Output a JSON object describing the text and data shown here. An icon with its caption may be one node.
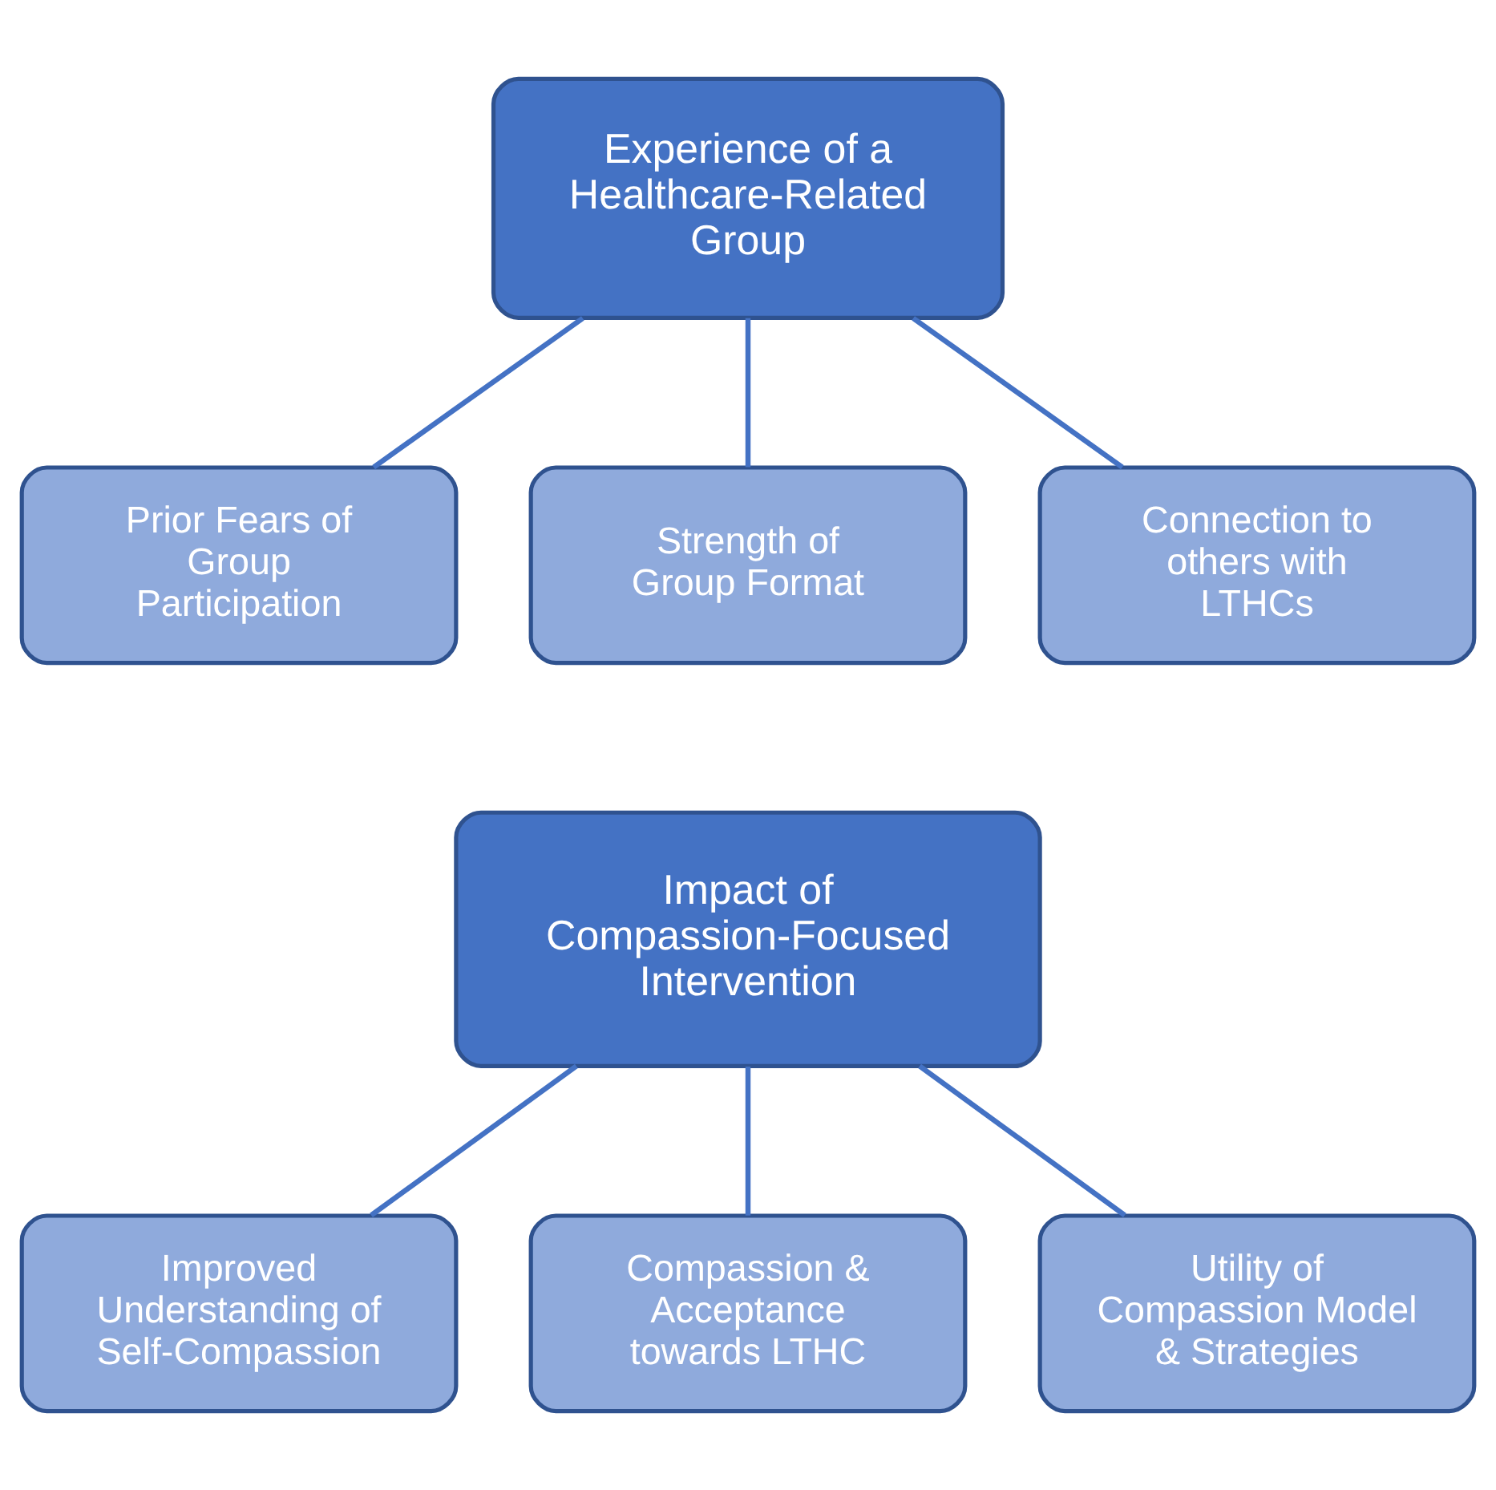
{
  "diagram": {
    "nodes": [
      {
        "text": [
          "Experience of a Healthcare-Related Group"
        ]
      },
      {
        "text": [
          "Prior Fears of Group Participation"
        ]
      },
      {
        "text": [
          "Strength of Group Format"
        ]
      },
      {
        "text": [
          "Connection to others with LTHCs"
        ]
      },
      {
        "text": [
          "Impact of Compassion-Focused Intervention"
        ]
      },
      {
        "text": [
          "Improved Understanding of Self-Compassion"
        ]
      },
      {
        "text": [
          "Compassion & Acceptance towards LTHC"
        ]
      },
      {
        "text": [
          "Utility of Compassion Model & Strategies"
        ]
      }
    ],
    "edges": [
      {
        "from": 0,
        "to": 1,
        "arrow": "none"
      },
      {
        "from": 0,
        "to": 2,
        "arrow": "none"
      },
      {
        "from": 0,
        "to": 3,
        "arrow": "none"
      },
      {
        "from": 4,
        "to": 5,
        "arrow": "none"
      },
      {
        "from": 4,
        "to": 6,
        "arrow": "none"
      },
      {
        "from": 4,
        "to": 7,
        "arrow": "none"
      }
    ]
  }
}
